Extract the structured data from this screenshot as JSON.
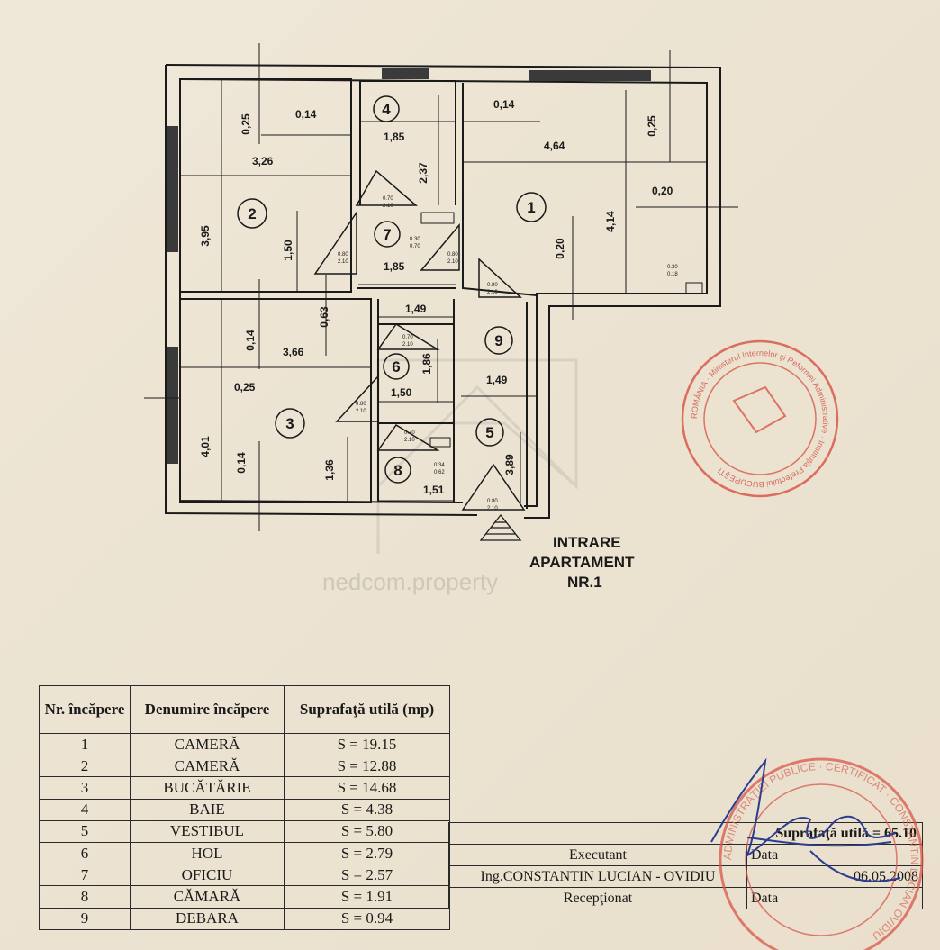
{
  "entrance": {
    "line1": "INTRARE",
    "line2": "APARTAMENT",
    "line3": "NR.1"
  },
  "watermark": "nedcom.property",
  "room_markers": [
    "1",
    "2",
    "3",
    "4",
    "5",
    "6",
    "7",
    "8",
    "9"
  ],
  "dimensions": {
    "r2_top": "0,25",
    "r2_top2": "0,14",
    "r2_w": "3,26",
    "r2_h": "3,95",
    "r2_h2": "1,50",
    "r4_w": "1,85",
    "r4_h": "2,37",
    "r1_top": "0,14",
    "r1_top2": "0,25",
    "r1_w": "4,64",
    "r1_right": "0,20",
    "r1_h": "4,14",
    "r1_mid": "0,20",
    "r7_w": "1,85",
    "r3_top": "0,63",
    "r3_a": "0,14",
    "r3_w": "3,66",
    "r3_b": "0,25",
    "r3_h": "4,01",
    "r3_c": "0,14",
    "r3_d": "1,36",
    "r9_w": "1,49",
    "r6_w": "1,50",
    "r6_h": "1,86",
    "r5_w": "1,49",
    "r5_h": "3,89",
    "r8_w": "1,51"
  },
  "door_labels": {
    "d7_top": [
      "0.70",
      "2.10"
    ],
    "d7_duct": [
      "0.30",
      "0.70"
    ],
    "d2": [
      "0.80",
      "2.10"
    ],
    "d1": [
      "0.80",
      "2.10"
    ],
    "d9": [
      "0.80",
      "2.10"
    ],
    "d1_duct": [
      "0.30",
      "0.18"
    ],
    "d6_top": [
      "0.70",
      "2.10"
    ],
    "d3": [
      "0.80",
      "2.10"
    ],
    "d8_top": [
      "0.70",
      "2.10"
    ],
    "d8_duct": [
      "0.34",
      "0.62"
    ],
    "d5": [
      "0.80",
      "2.10"
    ]
  },
  "stamp_top": {
    "text": "ROMÂNIA · Ministerul Internelor şi Reformei Administrative · Instituţia Prefectului BUCUREŞTI"
  },
  "stamp_bottom": {
    "text": "ADMINISTRAŢIEI PUBLICE · CERTIFICAT · CONSTANTIN LUCIAN OVIDIU"
  },
  "table": {
    "headers": [
      "Nr. încăpere",
      "Denumire încăpere",
      "Suprafaţă utilă (mp)"
    ],
    "rows": [
      [
        "1",
        "CAMERĂ",
        "S = 19.15"
      ],
      [
        "2",
        "CAMERĂ",
        "S = 12.88"
      ],
      [
        "3",
        "BUCĂTĂRIE",
        "S = 14.68"
      ],
      [
        "4",
        "BAIE",
        "S = 4.38"
      ],
      [
        "5",
        "VESTIBUL",
        "S = 5.80"
      ],
      [
        "6",
        "HOL",
        "S = 2.79"
      ],
      [
        "7",
        "OFICIU",
        "S = 2.57"
      ],
      [
        "8",
        "CĂMARĂ",
        "S = 1.91"
      ],
      [
        "9",
        "DEBARA",
        "S = 0.94"
      ]
    ]
  },
  "certificate": {
    "total": "Suprafaţă utilă = 65.10",
    "executant_label": "Executant",
    "data_label1": "Data",
    "executant_name": "Ing.CONSTANTIN LUCIAN - OVIDIU",
    "date": "06.05.2008",
    "receptionat_label": "Recepţionat",
    "data_label2": "Data"
  },
  "colors": {
    "paper": "#ece3d2",
    "ink": "#1a1a1a",
    "stamp": "#d9574a",
    "signature": "#2b3d8f"
  }
}
